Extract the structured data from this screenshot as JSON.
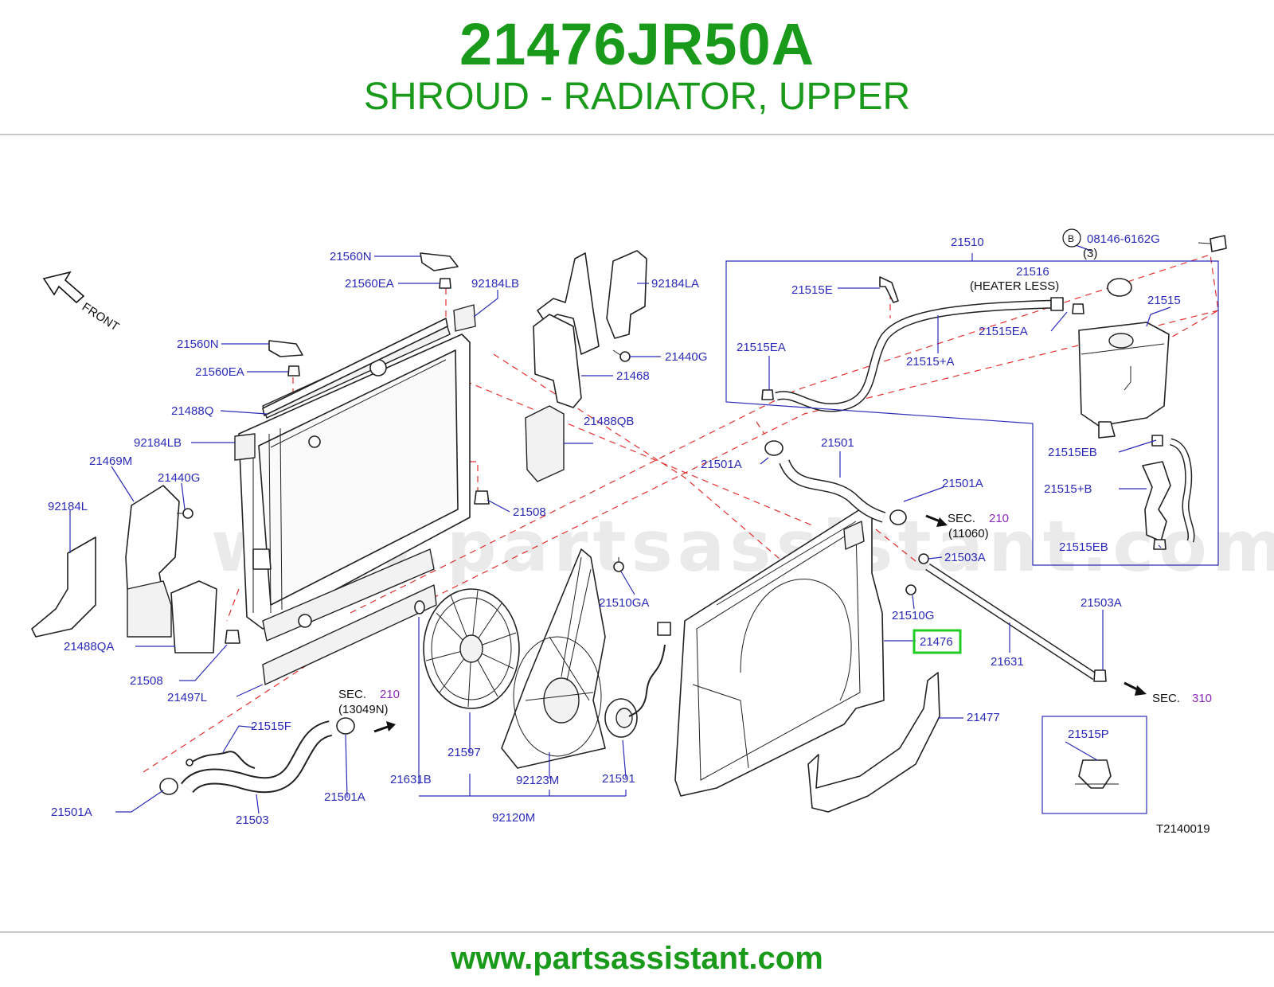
{
  "header": {
    "part_number": "21476JR50A",
    "part_name": "SHROUD - RADIATOR, UPPER"
  },
  "footer": {
    "url": "www.partsassistant.com"
  },
  "watermark": "www.partsassistant.com",
  "diagram": {
    "orientation_label": "FRONT",
    "drawing_id": "T2140019",
    "highlighted_part": "21476",
    "colors": {
      "brand_green": "#1a9a1a",
      "label_blue": "#2b2bb8",
      "highlight_green": "#22cc22",
      "dash_red": "#e03030"
    },
    "callouts": [
      "21560N",
      "21560EA",
      "92184LB",
      "21560N",
      "21560EA",
      "21488Q",
      "92184LB",
      "21469M",
      "21440G",
      "92184L",
      "21488QA",
      "21508",
      "21497L",
      "21508",
      "92184LA",
      "21440G",
      "21468",
      "21488QB",
      "21510",
      "08146-6162G",
      "(3)",
      "21516",
      "(HEATER   LESS)",
      "21515E",
      "21515",
      "21515EA",
      "21515EA",
      "21515+A",
      "21501",
      "21501A",
      "21515EB",
      "21515+B",
      "21501A",
      "21503A",
      "21515EB",
      "21510GA",
      "21510G",
      "21476",
      "21631",
      "21503A",
      "21477",
      "21515P",
      "21515F",
      "21501A",
      "21503",
      "21501A",
      "21631B",
      "21597",
      "92123M",
      "21591",
      "92120M"
    ],
    "bolt_marker": "B",
    "sec_refs": [
      {
        "sec": "SEC.",
        "num": "210",
        "sub": "(11060)"
      },
      {
        "sec": "SEC.",
        "num": "210",
        "sub": "(13049N)"
      },
      {
        "sec": "SEC.",
        "num": "310",
        "sub": ""
      }
    ]
  }
}
